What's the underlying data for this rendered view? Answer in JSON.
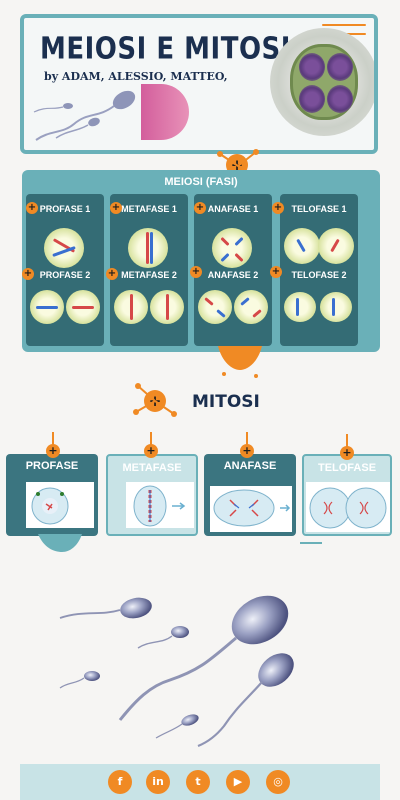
{
  "header": {
    "title": "MEIOSI E MITOSI",
    "authors": "by ADAM, ALESSIO, MATTEO,"
  },
  "meiosi": {
    "heading": "MEIOSI (FASI)",
    "phases_row1": [
      "PROFASE 1",
      "METAFASE 1",
      "ANAFASE 1",
      "TELOFASE 1"
    ],
    "phases_row2": [
      "PROFASE 2",
      "METAFASE 2",
      "ANAFASE 2",
      "TELOFASE 2"
    ]
  },
  "mitosi": {
    "heading": "MITOSI",
    "phases": [
      "PROFASE",
      "METAFASE",
      "ANAFASE",
      "TELOFASE"
    ]
  },
  "markers": {
    "plus": "+"
  },
  "footer": {
    "social": [
      {
        "icon": "facebook-icon",
        "glyph": "f"
      },
      {
        "icon": "linkedin-icon",
        "glyph": "in"
      },
      {
        "icon": "twitter-icon",
        "glyph": "t"
      },
      {
        "icon": "youtube-icon",
        "glyph": "▶"
      },
      {
        "icon": "instagram-icon",
        "glyph": "◎"
      }
    ]
  },
  "colors": {
    "accent": "#f08a24",
    "teal": "#6ab0b8",
    "dark_teal": "#346c75",
    "title": "#1b2f4f"
  }
}
